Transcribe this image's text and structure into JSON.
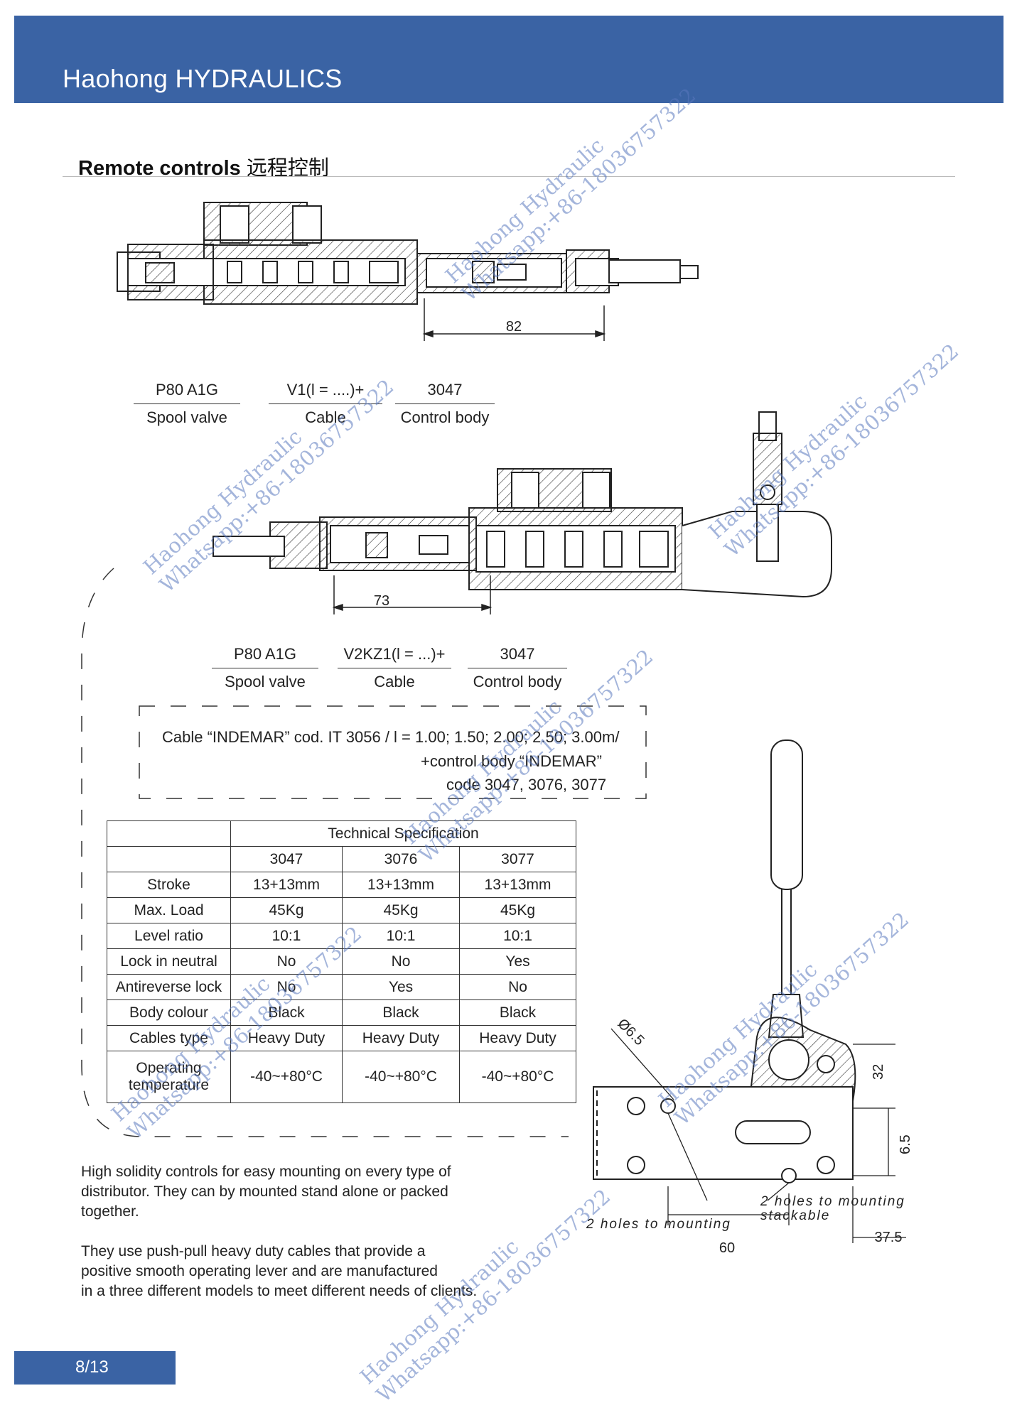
{
  "header": {
    "title": "Haohong HYDRAULICS"
  },
  "section": {
    "title": "Remote controls",
    "title_zh": "远程控制"
  },
  "drawing1": {
    "dimension": "82",
    "labels": [
      {
        "top": "P80 A1G",
        "bottom": "Spool valve"
      },
      {
        "top": "V1(l = ....)+",
        "bottom": "Cable"
      },
      {
        "top": "3047",
        "bottom": "Control body"
      }
    ]
  },
  "drawing2": {
    "dimension": "73",
    "labels": [
      {
        "top": "P80 A1G",
        "bottom": "Spool valve"
      },
      {
        "top": "V2KZ1(l = ...)+",
        "bottom": "Cable"
      },
      {
        "top": "3047",
        "bottom": "Control body"
      }
    ]
  },
  "note": {
    "line1": "Cable “INDEMAR” cod. IT 3056 / l = 1.00; 1.50; 2.00; 2.50; 3.00m/",
    "line2": "+control body “INDEMAR”",
    "line3": "code 3047, 3076, 3077"
  },
  "spec_table": {
    "title": "Technical Specification",
    "columns": [
      "3047",
      "3076",
      "3077"
    ],
    "rows": [
      {
        "label": "Stroke",
        "values": [
          "13+13mm",
          "13+13mm",
          "13+13mm"
        ]
      },
      {
        "label": "Max. Load",
        "values": [
          "45Kg",
          "45Kg",
          "45Kg"
        ]
      },
      {
        "label": "Level ratio",
        "values": [
          "10:1",
          "10:1",
          "10:1"
        ]
      },
      {
        "label": "Lock in neutral",
        "values": [
          "No",
          "No",
          "Yes"
        ]
      },
      {
        "label": "Antireverse lock",
        "values": [
          "No",
          "Yes",
          "No"
        ]
      },
      {
        "label": "Body colour",
        "values": [
          "Black",
          "Black",
          "Black"
        ]
      },
      {
        "label": "Cables type",
        "values": [
          "Heavy Duty",
          "Heavy Duty",
          "Heavy Duty"
        ]
      },
      {
        "label": "Operating temperature",
        "values": [
          "-40~+80°C",
          "-40~+80°C",
          "-40~+80°C"
        ]
      }
    ]
  },
  "lever_drawing": {
    "hole_label": "Ø6.5",
    "dim_32": "32",
    "dim_6_5": "6.5",
    "dim_60": "60",
    "dim_37_5": "37.5",
    "note_left": "2 holes to mounting",
    "note_right_1": "2 holes to mounting",
    "note_right_2": "stackable"
  },
  "description": {
    "p1": [
      "High solidity controls for easy mounting on every type of",
      "distributor. They can by mounted stand alone or packed",
      "together."
    ],
    "p2": [
      "They use push-pull heavy duty cables that provide a",
      "positive smooth operating lever and are manufactured",
      "in a three different models to meet different needs of clients."
    ]
  },
  "footer": {
    "page": "8/13"
  },
  "watermark": {
    "line1": "Haohong Hydraulic",
    "line2": "Whatsapp:+86-18036757322"
  }
}
